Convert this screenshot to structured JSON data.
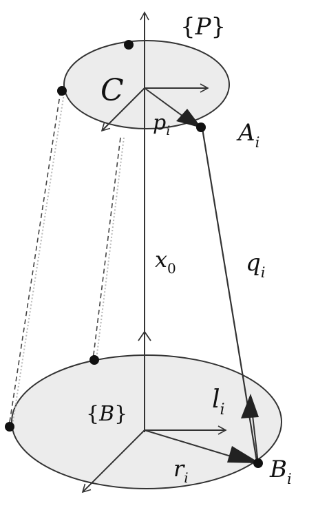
{
  "figure": {
    "colors": {
      "ellipse_fill": "#ececec",
      "stroke": "#333333",
      "dashed": "#444444",
      "faint_dashed": "#b8b8b8",
      "joint": "#111111",
      "arrowhead": "#222222"
    },
    "labels": {
      "P_frame": {
        "open": "{",
        "letter": "P",
        "close": "}"
      },
      "B_frame": {
        "open": "{",
        "letter": "B",
        "close": "}"
      },
      "C": {
        "main": "C",
        "sub": ""
      },
      "p_i": {
        "main": "p",
        "sub": "i"
      },
      "A_i": {
        "main": "A",
        "sub": "i"
      },
      "x_0": {
        "main": "x",
        "sub": "0"
      },
      "q_i": {
        "main": "q",
        "sub": "i"
      },
      "l_i": {
        "main": "l",
        "sub": "i"
      },
      "r_i": {
        "main": "r",
        "sub": "i"
      },
      "B_i": {
        "main": "B",
        "sub": "i"
      }
    }
  }
}
